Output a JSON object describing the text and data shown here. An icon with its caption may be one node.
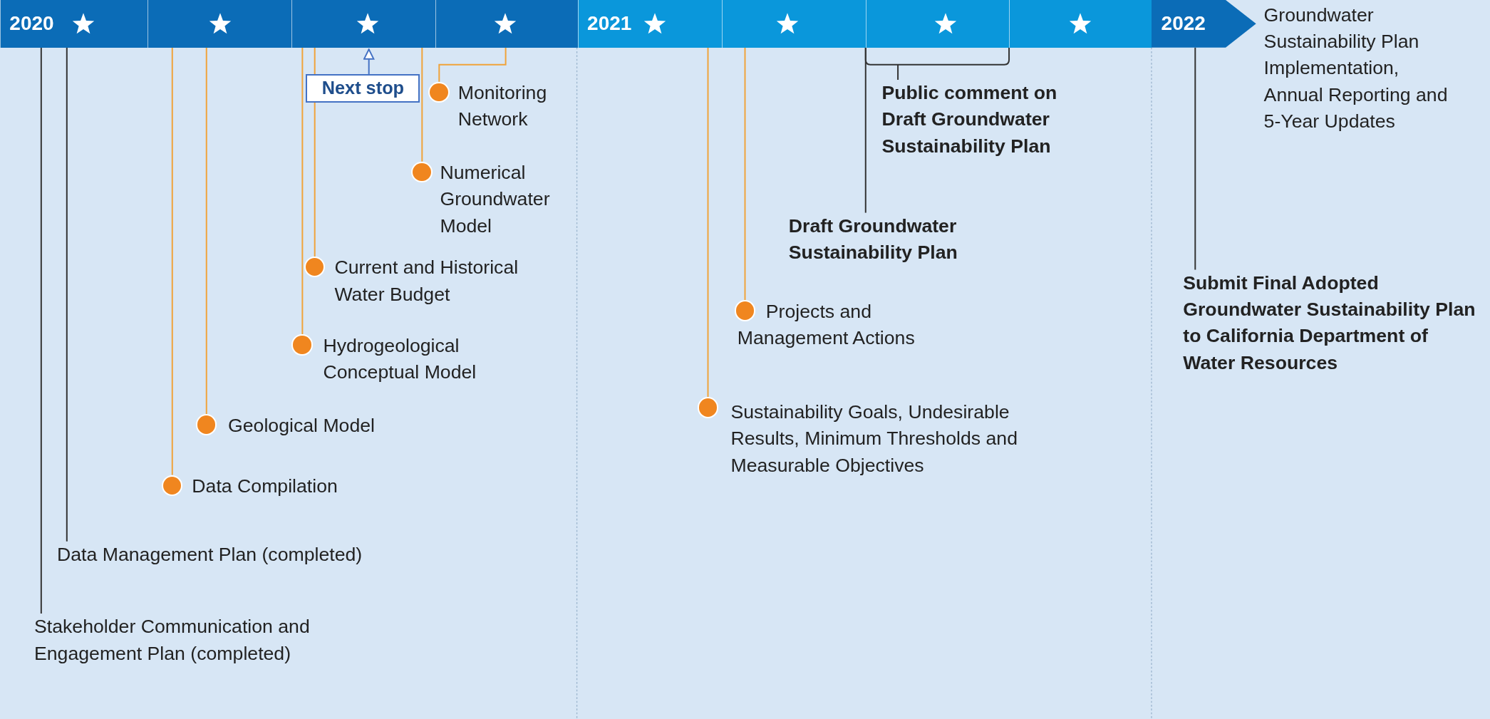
{
  "diagram": {
    "nodes": [
      {
        "text": [
          "2020"
        ]
      },
      {
        "text": [],
        "shape": "bar"
      },
      {
        "text": [],
        "shape": "bar"
      },
      {
        "text": [],
        "shape": "bar"
      },
      {
        "text": [
          "2021"
        ]
      },
      {
        "text": [],
        "shape": "bar"
      },
      {
        "text": [],
        "shape": "bar"
      },
      {
        "text": [],
        "shape": "bar"
      },
      {
        "text": [
          "2022"
        ],
        "beside": [
          "Groundwater Sustainability Plan Implementation, Annual Reporting and 5-Year Updates"
        ]
      },
      {
        "text": [
          "Next stop"
        ]
      },
      {
        "text": [
          "Monitoring Network"
        ]
      },
      {
        "text": [
          "Numerical Groundwater Model"
        ]
      },
      {
        "text": [
          "Current and Historical Water Budget"
        ]
      },
      {
        "text": [
          "Hydrogeological Conceptual Model"
        ]
      },
      {
        "text": [
          "Geological Model"
        ]
      },
      {
        "text": [
          "Data Compilation"
        ]
      },
      {
        "text": [
          "Data Management Plan (completed)"
        ]
      },
      {
        "text": [
          "Stakeholder Communication and Engagement Plan (completed)"
        ]
      },
      {
        "text": [
          "Public comment on Draft Groundwater Sustainability Plan"
        ]
      },
      {
        "text": [
          "Draft Groundwater Sustainability Plan"
        ]
      },
      {
        "text": [
          "Projects and Management Actions"
        ]
      },
      {
        "text": [
          "Sustainability Goals, Undesirable Results, Minimum Thresholds and Measurable Objectives"
        ]
      },
      {
        "text": [
          "Submit Final Adopted Groundwater Sustainability Plan to California Department of Water Resources"
        ]
      }
    ],
    "edges": [
      {
        "from": 9,
        "to": 2,
        "arrow": "to",
        "color": "#4472c4"
      },
      {
        "from": 10,
        "to": 3,
        "arrow": "none"
      },
      {
        "from": 11,
        "to": 2,
        "arrow": "none"
      },
      {
        "from": 12,
        "to": 2,
        "arrow": "none"
      },
      {
        "from": 13,
        "to": 2,
        "arrow": "none"
      },
      {
        "from": 14,
        "to": 1,
        "arrow": "none"
      },
      {
        "from": 15,
        "to": 1,
        "arrow": "none"
      },
      {
        "from": 16,
        "to": 0,
        "arrow": "none",
        "color": "#333333"
      },
      {
        "from": 17,
        "to": 0,
        "arrow": "none",
        "color": "#333333"
      },
      {
        "from": 18,
        "to": 6,
        "arrow": "none",
        "color": "#333333"
      },
      {
        "from": 19,
        "to": 6,
        "arrow": "none",
        "color": "#333333"
      },
      {
        "from": 20,
        "to": 5,
        "arrow": "none"
      },
      {
        "from": 21,
        "to": 4,
        "arrow": "none"
      },
      {
        "from": 22,
        "to": 8,
        "arrow": "none",
        "color": "#333333"
      }
    ]
  }
}
